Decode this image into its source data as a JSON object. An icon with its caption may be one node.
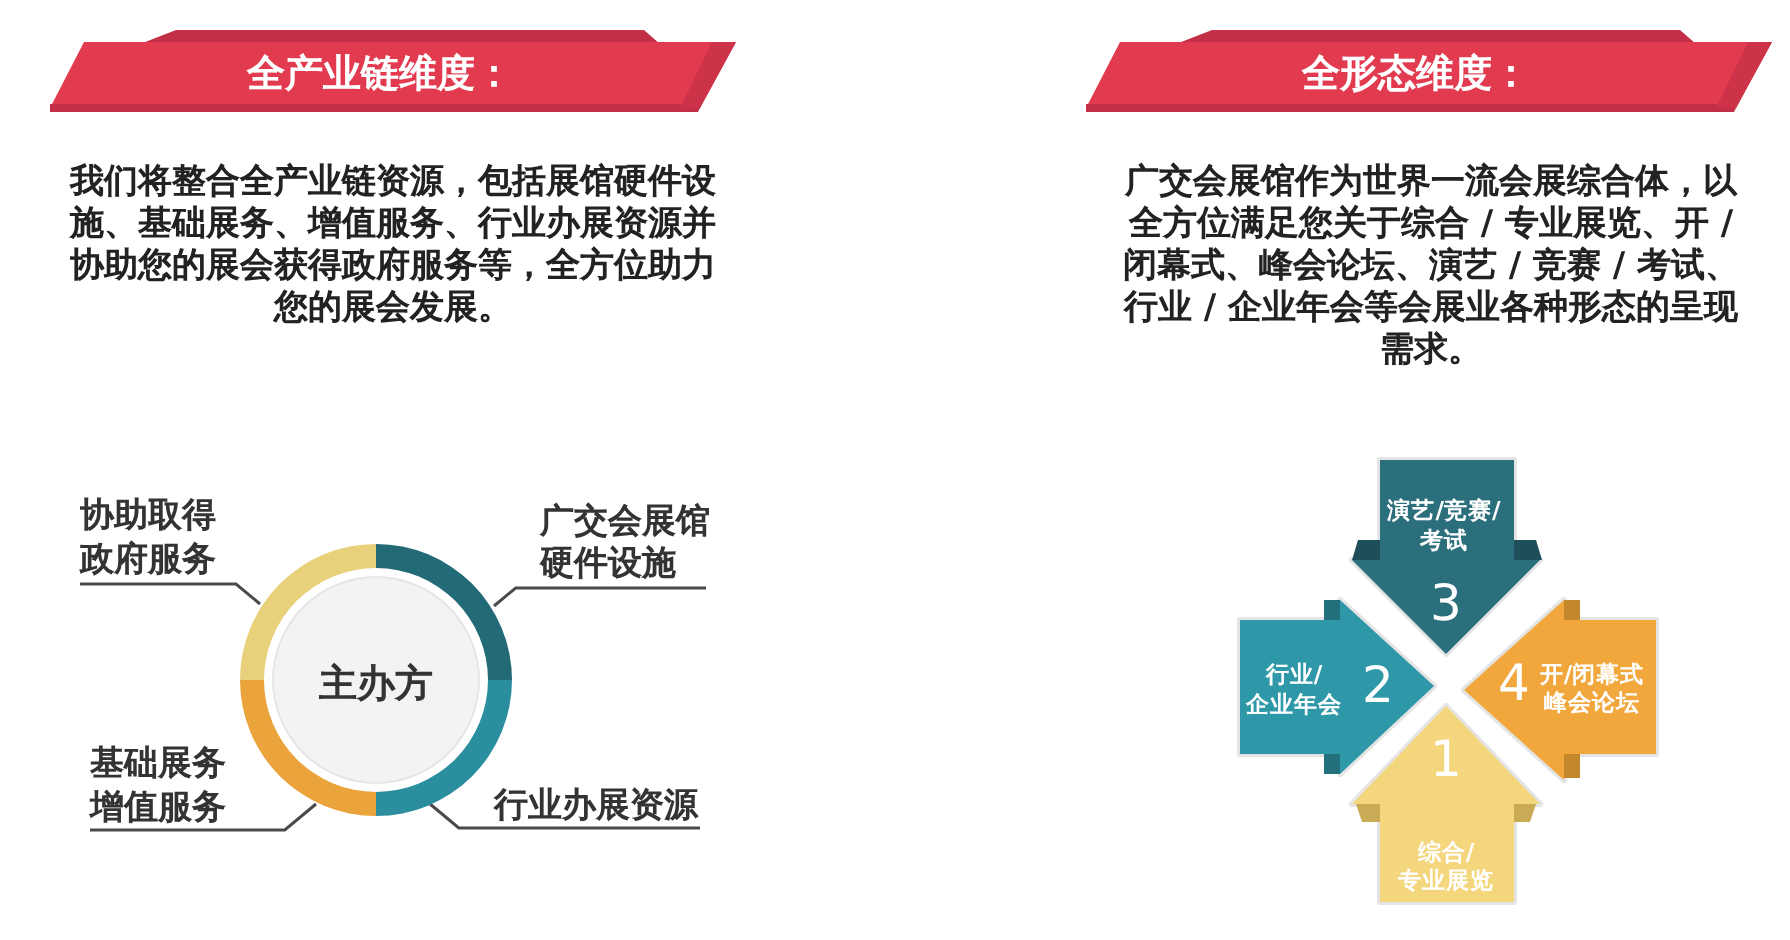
{
  "diagram": {
    "nodes": [
      {
        "text": [
          "全产业链维度："
        ]
      },
      {
        "text": [
          "全形态维度："
        ]
      },
      {
        "text": [
          "协助取得政府服务"
        ]
      },
      {
        "text": [
          "广交会展馆硬件设施"
        ]
      },
      {
        "text": [],
        "shape": "arc"
      },
      {
        "text": [],
        "shape": "arc"
      },
      {
        "text": [
          "主办方"
        ]
      },
      {
        "text": [],
        "shape": "arc"
      },
      {
        "text": [],
        "shape": "arc"
      },
      {
        "text": [
          "基础展务增值服务"
        ]
      },
      {
        "text": [
          "行业办展资源"
        ]
      },
      {
        "text": [
          "演艺/竞赛/考试",
          "3"
        ]
      },
      {
        "text": [
          "行业/企业年会",
          "2"
        ]
      },
      {
        "text": [
          "4",
          "开/闭幕式峰会论坛"
        ]
      },
      {
        "text": [
          "1",
          "综合/专业展览"
        ]
      }
    ],
    "edges": [
      {
        "from": 2,
        "to": 4,
        "arrow": "none"
      },
      {
        "from": 3,
        "to": 5,
        "arrow": "none"
      },
      {
        "from": 9,
        "to": 7,
        "arrow": "none"
      },
      {
        "from": 10,
        "to": 8,
        "arrow": "none"
      }
    ],
    "labels": [
      "我们将整合全产业链资源，包括展馆硬件设施、基础展务、增值服务、行业办展资源并协助您的展会获得政府服务等，全方位助力您的展会发展。",
      "广交会展馆作为世界一流会展综合体，以全方位满足您关于综合 / 专业展览、开 / 闭幕式、峰会论坛、演艺 / 竞赛 / 考试、行业 / 企业年会等会展业各种形态的呈现需求。"
    ]
  }
}
